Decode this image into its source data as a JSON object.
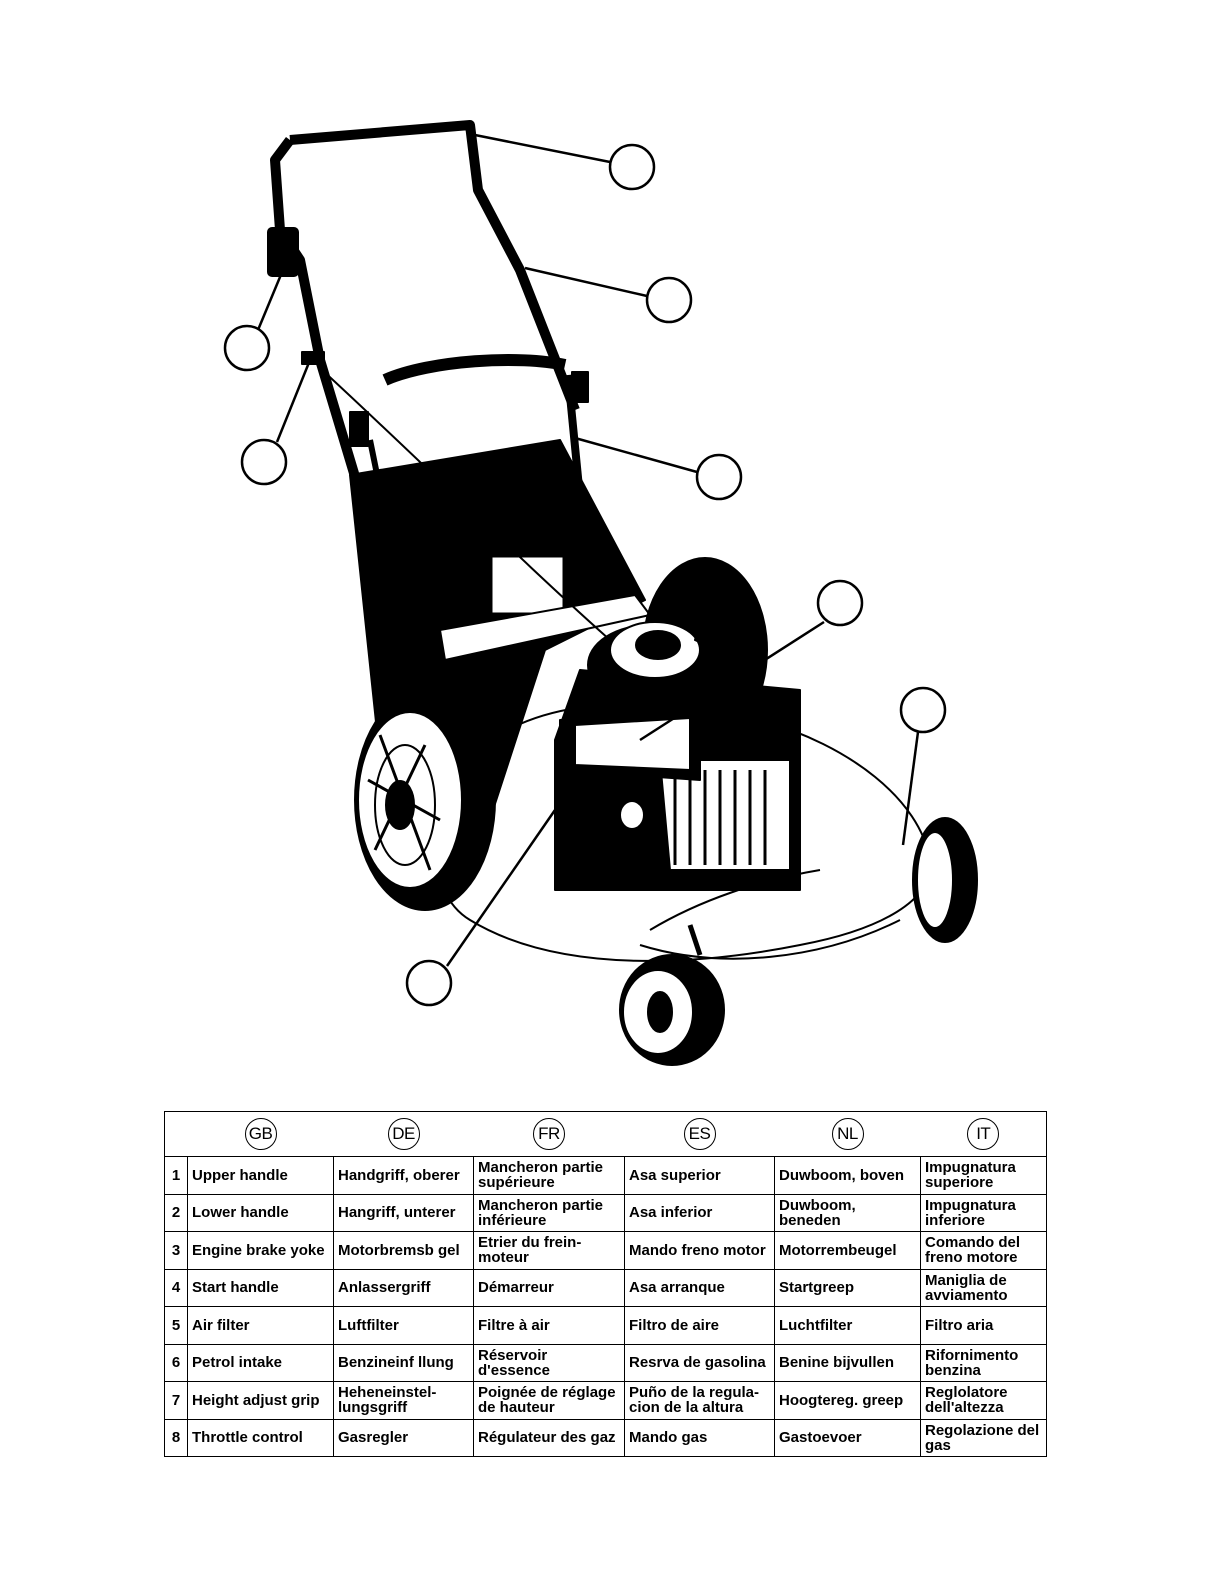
{
  "colors": {
    "ink": "#000000",
    "paper": "#ffffff"
  },
  "diagram": {
    "subject": "lawn-mower",
    "callouts": [
      "",
      "",
      "",
      "",
      "",
      "",
      "",
      ""
    ]
  },
  "table": {
    "languages": [
      "GB",
      "DE",
      "FR",
      "ES",
      "NL",
      "IT"
    ],
    "rows": [
      {
        "num": "1",
        "cells": [
          "Upper handle",
          "Handgriff, oberer",
          "Mancheron partie supérieure",
          "Asa superior",
          "Duwboom, boven",
          "Impugnatura superiore"
        ]
      },
      {
        "num": "2",
        "cells": [
          "Lower handle",
          "Hangriff, unterer",
          "Mancheron partie inférieure",
          "Asa inferior",
          "Duwboom, beneden",
          "Impugnatura inferiore"
        ]
      },
      {
        "num": "3",
        "cells": [
          "Engine brake yoke",
          "Motorbremsb gel",
          "Etrier du frein-moteur",
          "Mando freno motor",
          "Motorrembeugel",
          "Comando del freno motore"
        ]
      },
      {
        "num": "4",
        "cells": [
          "Start handle",
          "Anlassergriff",
          "Démarreur",
          "Asa arranque",
          "Startgreep",
          "Maniglia de avviamento"
        ]
      },
      {
        "num": "5",
        "cells": [
          "Air filter",
          "Luftfilter",
          "Filtre à air",
          "Filtro de aire",
          "Luchtfilter",
          "Filtro aria"
        ]
      },
      {
        "num": "6",
        "cells": [
          "Petrol intake",
          "Benzineinf llung",
          "Réservoir d'essence",
          "Resrva de gasolina",
          "Benine bijvullen",
          "Rifornimento benzina"
        ]
      },
      {
        "num": "7",
        "cells": [
          "Height adjust grip",
          "Heheneinstel-lungsgriff",
          "Poignée de réglage de hauteur",
          "Puño de la regula-cion de la altura",
          "Hoogtereg. greep",
          "Reglolatore dell'altezza"
        ]
      },
      {
        "num": "8",
        "cells": [
          "Throttle control",
          "Gasregler",
          "Régulateur des gaz",
          "Mando gas",
          "Gastoevoer",
          "Regolazione del gas"
        ]
      }
    ]
  }
}
